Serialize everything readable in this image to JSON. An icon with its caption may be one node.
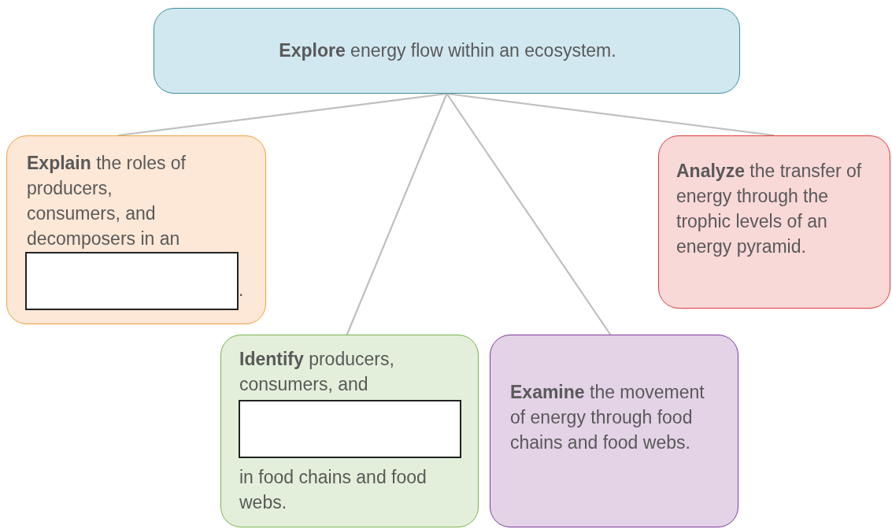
{
  "diagram": {
    "nodes": [
      {
        "text": [
          "**Explore** energy flow within an ecosystem."
        ]
      },
      {
        "text": [
          "**Explain** the roles of producers, consumers, and decomposers in an",
          "."
        ]
      },
      {
        "text": [],
        "shape": "box",
        "in": 1
      },
      {
        "text": [
          "**Analyze** the transfer of energy through the trophic levels of an energy pyramid."
        ]
      },
      {
        "text": [
          "**Identify** producers, consumers, and",
          "in food chains and food webs."
        ]
      },
      {
        "text": [],
        "shape": "box",
        "in": 4
      },
      {
        "text": [
          "**Examine** the movement of energy through food chains and food webs."
        ]
      }
    ],
    "edges": [
      {
        "from": 0,
        "to": 1,
        "arrow": "none"
      },
      {
        "from": 0,
        "to": 3,
        "arrow": "none"
      },
      {
        "from": 0,
        "to": 4,
        "arrow": "none"
      },
      {
        "from": 0,
        "to": 6,
        "arrow": "none"
      }
    ]
  }
}
